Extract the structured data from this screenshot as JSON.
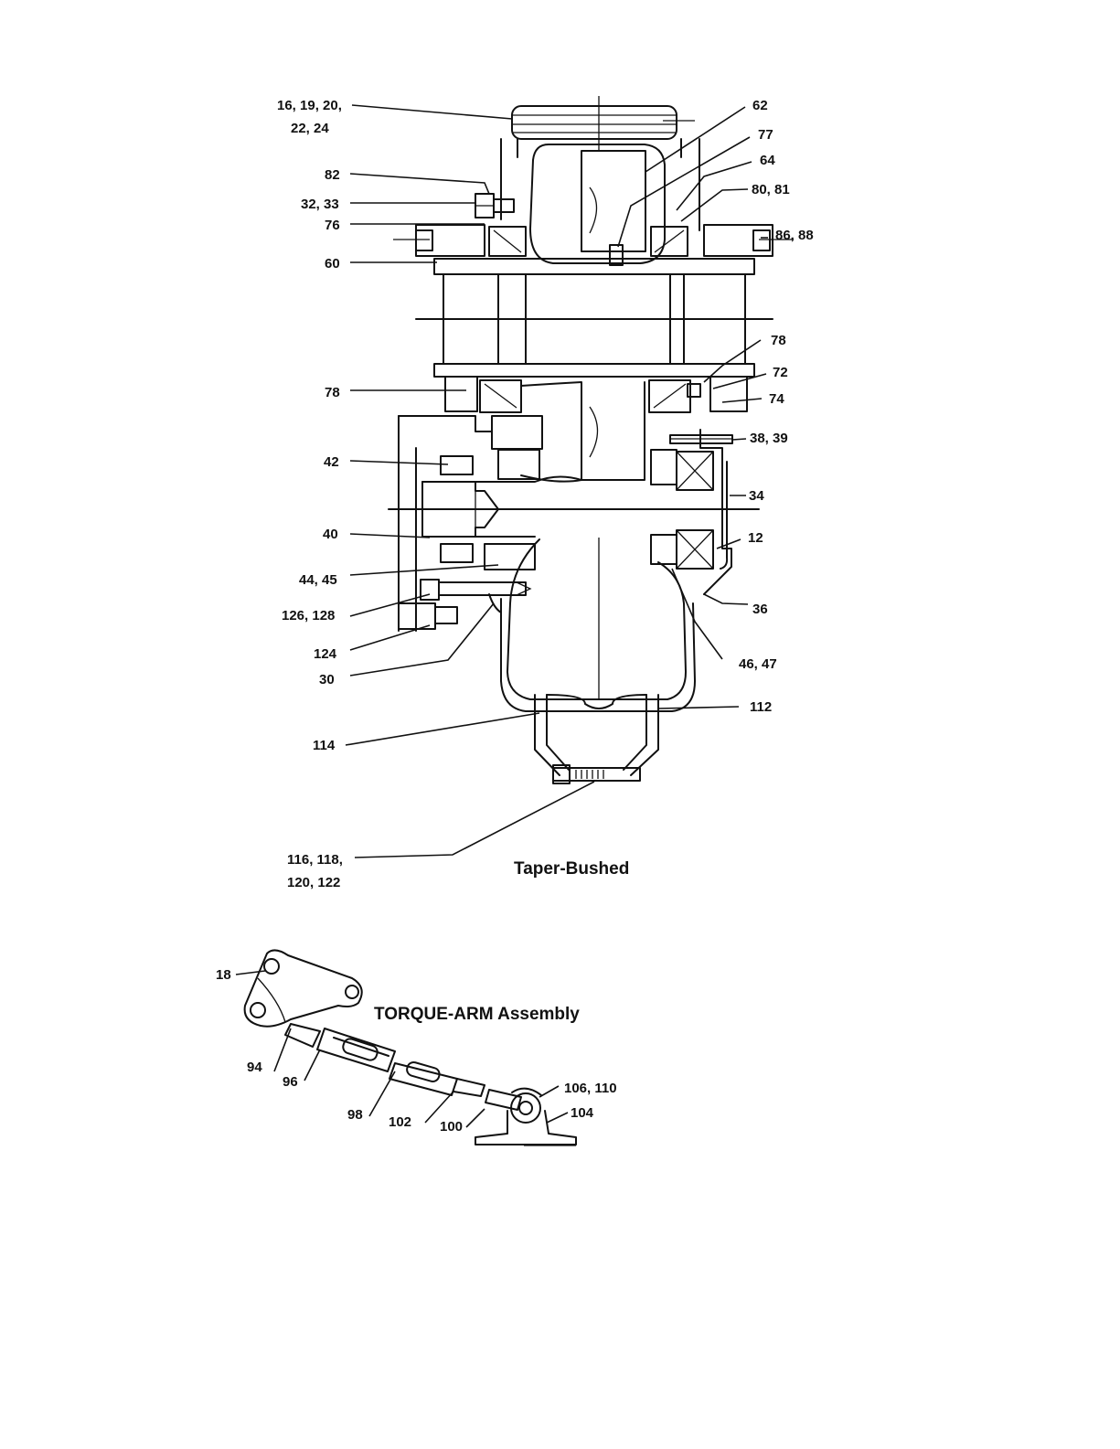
{
  "page": {
    "background": "#ffffff",
    "ink": "#111111"
  },
  "reducer_view": {
    "caption": "Taper-Bushed",
    "labels": {
      "l_16_19_20_line1": "16, 19, 20,",
      "l_16_19_20_line2": "22, 24",
      "l_82": "82",
      "l_32_33": "32, 33",
      "l_76": "76",
      "l_60": "60",
      "l_62": "62",
      "l_77": "77",
      "l_64": "64",
      "l_80_81": "80, 81",
      "l_86_88": "86, 88",
      "l_78_left": "78",
      "l_78_right": "78",
      "l_72": "72",
      "l_74": "74",
      "l_38_39": "38, 39",
      "l_42": "42",
      "l_34": "34",
      "l_40": "40",
      "l_12": "12",
      "l_44_45": "44, 45",
      "l_126_128": "126, 128",
      "l_36": "36",
      "l_124": "124",
      "l_46_47": "46, 47",
      "l_30": "30",
      "l_112": "112",
      "l_114": "114",
      "l_116_line1": "116, 118,",
      "l_116_line2": "120, 122"
    }
  },
  "torque_arm_view": {
    "caption": "TORQUE-ARM Assembly",
    "labels": {
      "l_18": "18",
      "l_94": "94",
      "l_96": "96",
      "l_98": "98",
      "l_102": "102",
      "l_100": "100",
      "l_106_110": "106, 110",
      "l_104": "104"
    }
  }
}
